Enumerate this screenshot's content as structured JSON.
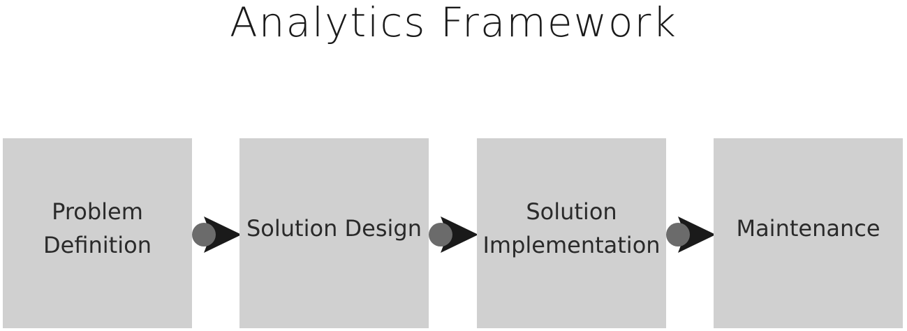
{
  "title": "Analytics Framework",
  "steps": [
    {
      "label": "Problem\nDefinition"
    },
    {
      "label": "Solution Design"
    },
    {
      "label": "Solution\nImplementation"
    },
    {
      "label": "Maintenance"
    }
  ],
  "colors": {
    "box_fill": "#d0d0d0",
    "connector_dot": "#6b6b6b",
    "connector_arrow": "#1a1a1a",
    "text": "#2a2a2a"
  },
  "connector_icon": "dot-arrow-icon"
}
